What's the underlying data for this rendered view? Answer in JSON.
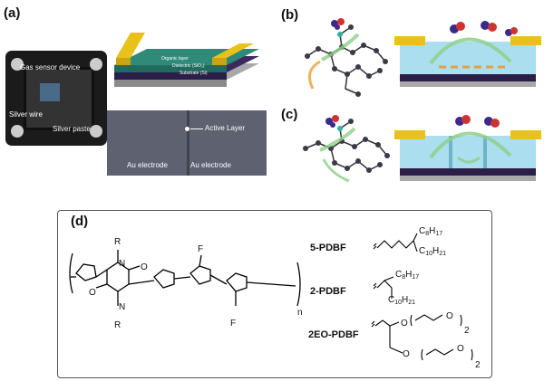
{
  "panels": {
    "a": {
      "label": "(a)",
      "device_labels": {
        "gas_sensor": "Gas sensor device",
        "silver_wire": "Silver wire",
        "silver_paste": "Silver paste"
      },
      "layer_labels": {
        "organic": "Organic layer",
        "dielectric": "Dielectric (SiO₂)",
        "substrate": "Substrate (Si)"
      },
      "micrograph_labels": {
        "active_layer": "Active Layer",
        "au_left": "Au electrode",
        "au_right": "Au electrode"
      }
    },
    "b": {
      "label": "(b)"
    },
    "c": {
      "label": "(c)"
    },
    "d": {
      "label": "(d)",
      "atoms": {
        "R1": "R",
        "R2": "R",
        "N1": "N",
        "N2": "N",
        "O1": "O",
        "O2": "O",
        "F1": "F",
        "F2": "F",
        "n": "n"
      },
      "polymers": [
        {
          "name": "5-PDBF",
          "chain_top": "C",
          "chain_top_sub1": "8",
          "chain_top_h": "H",
          "chain_top_sub2": "17",
          "chain_bot": "C",
          "chain_bot_sub1": "10",
          "chain_bot_h": "H",
          "chain_bot_sub2": "21"
        },
        {
          "name": "2-PDBF",
          "chain_top": "C",
          "chain_top_sub1": "8",
          "chain_top_h": "H",
          "chain_top_sub2": "17",
          "chain_bot": "C",
          "chain_bot_sub1": "10",
          "chain_bot_h": "H",
          "chain_bot_sub2": "21"
        },
        {
          "name": "2EO-PDBF",
          "o_label": "O",
          "repeat": "2"
        }
      ]
    }
  },
  "colors": {
    "gold": "#e8c21a",
    "organic": "#2f8a7a",
    "dielectric": "#3b2a5e",
    "substrate": "#9a9a9a",
    "device_blue": "#8fd3e8",
    "arrow_green": "#8fd08a"
  }
}
